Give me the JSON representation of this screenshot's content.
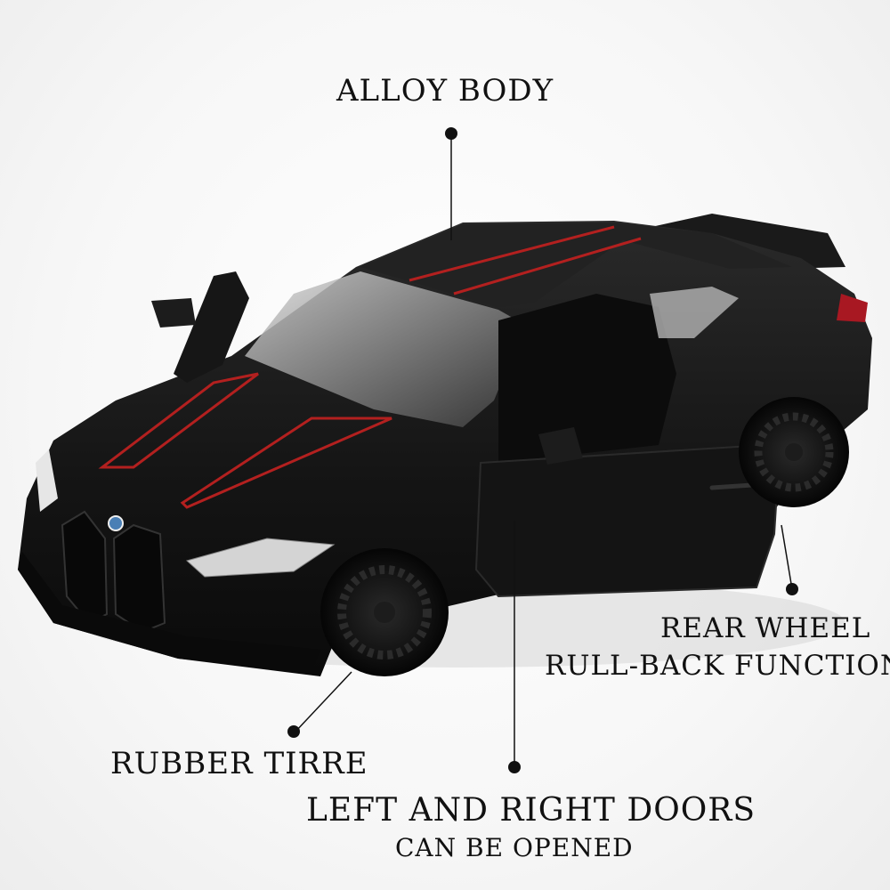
{
  "callouts": {
    "alloy_body": "ALLOY BODY",
    "rear_wheel_line1": "REAR WHEEL",
    "rear_wheel_line2": "RULL-BACK FUNCTION",
    "rubber_tire": "RUBBER TIRRE",
    "doors_line1": "LEFT AND RIGHT DOORS",
    "doors_line2": "CAN BE OPENED"
  },
  "colors": {
    "body": "#151515",
    "stripe": "#b3201f",
    "background": "#ffffff",
    "text": "#111111"
  }
}
